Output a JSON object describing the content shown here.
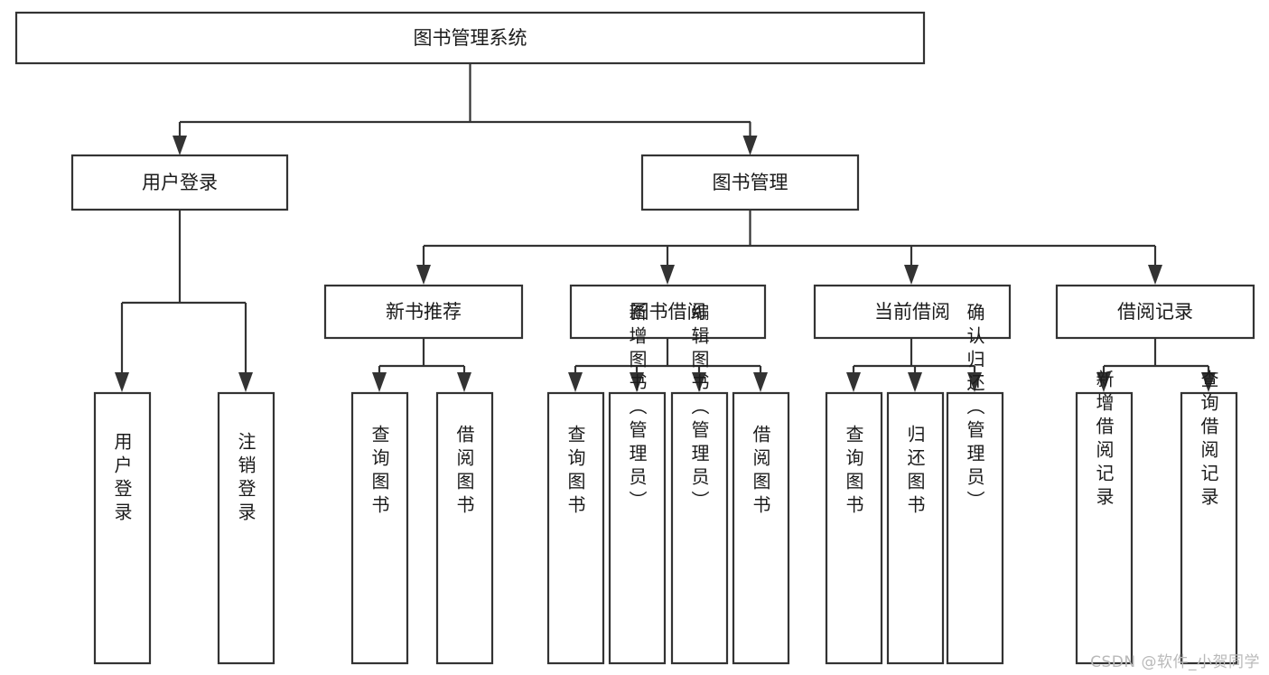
{
  "diagram": {
    "type": "tree-hierarchy",
    "title": "图书管理系统",
    "watermark": "CSDN @软件_小贺同学",
    "colors": {
      "box_fill": "#ffffff",
      "box_stroke": "#333333",
      "text": "#1b1b1b",
      "watermark": "#b9b9b9",
      "background": "#ffffff"
    },
    "levels": {
      "root": {
        "label": "图书管理系统",
        "orientation": "horizontal"
      },
      "level2": [
        {
          "label": "用户登录",
          "orientation": "horizontal"
        },
        {
          "label": "图书管理",
          "orientation": "horizontal"
        }
      ],
      "level3": [
        {
          "label": "新书推荐",
          "orientation": "horizontal",
          "parent": "图书管理"
        },
        {
          "label": "图书借阅",
          "orientation": "horizontal",
          "parent": "图书管理"
        },
        {
          "label": "当前借阅",
          "orientation": "horizontal",
          "parent": "图书管理"
        },
        {
          "label": "借阅记录",
          "orientation": "horizontal",
          "parent": "图书管理"
        }
      ],
      "leaves": [
        {
          "label": "用户登录",
          "orientation": "vertical",
          "parent": "用户登录"
        },
        {
          "label": "注销登录",
          "orientation": "vertical",
          "parent": "用户登录"
        },
        {
          "label": "查询图书",
          "orientation": "vertical",
          "parent": "新书推荐"
        },
        {
          "label": "借阅图书",
          "orientation": "vertical",
          "parent": "新书推荐"
        },
        {
          "label": "查询图书",
          "orientation": "vertical",
          "parent": "图书借阅"
        },
        {
          "label": "新增图书（管理员）",
          "orientation": "vertical",
          "parent": "图书借阅"
        },
        {
          "label": "编辑图书（管理员）",
          "orientation": "vertical",
          "parent": "图书借阅"
        },
        {
          "label": "借阅图书",
          "orientation": "vertical",
          "parent": "图书借阅"
        },
        {
          "label": "查询图书",
          "orientation": "vertical",
          "parent": "当前借阅"
        },
        {
          "label": "归还图书",
          "orientation": "vertical",
          "parent": "当前借阅"
        },
        {
          "label": "确认归还（管理员）",
          "orientation": "vertical",
          "parent": "当前借阅"
        },
        {
          "label": "新增借阅记录",
          "orientation": "vertical",
          "parent": "借阅记录"
        },
        {
          "label": "查询借阅记录",
          "orientation": "vertical",
          "parent": "借阅记录"
        }
      ]
    },
    "nodes": {
      "root": "图书管理系统",
      "n_user_login": "用户登录",
      "n_book_mgmt": "图书管理",
      "n_new_book_rec": "新书推荐",
      "n_book_borrow": "图书借阅",
      "n_current_borrow": "当前借阅",
      "n_borrow_record": "借阅记录",
      "l_user_login": "用户登录",
      "l_logout": "注销登录",
      "l_query_book_a": "查询图书",
      "l_borrow_book_a": "借阅图书",
      "l_query_book_b": "查询图书",
      "l_add_book_admin": "新增图书（管理员）",
      "l_edit_book_admin": "编辑图书（管理员）",
      "l_borrow_book_b": "借阅图书",
      "l_query_book_c": "查询图书",
      "l_return_book": "归还图书",
      "l_confirm_return_admin": "确认归还（管理员）",
      "l_add_borrow_record": "新增借阅记录",
      "l_query_borrow_record": "查询借阅记录"
    }
  }
}
